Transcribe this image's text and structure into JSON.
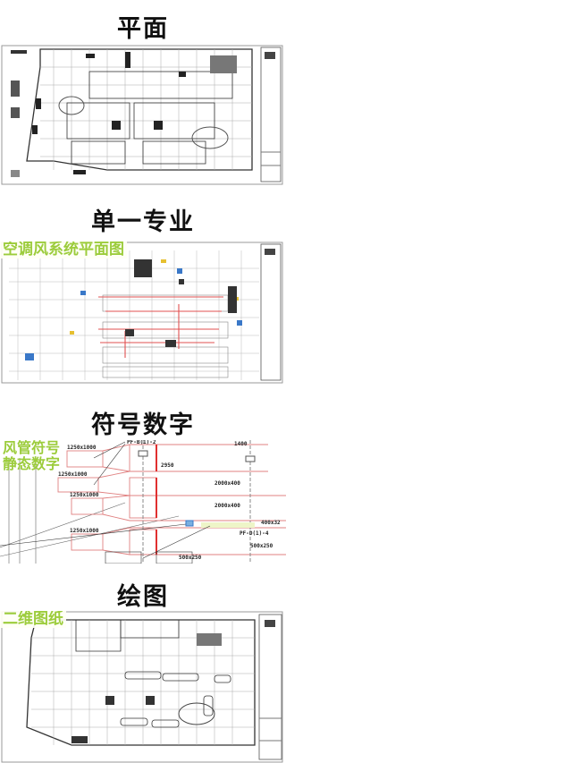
{
  "sections": [
    {
      "title": "平面",
      "image_alt": "shopping mall floor plan CAD drawing",
      "overlay": null
    },
    {
      "title": "单一专业",
      "image_alt": "HVAC air system floor plan CAD drawing",
      "overlay": "空调风系统平面图"
    },
    {
      "title": "符号数字",
      "image_alt": "air duct detail drawing with symbols and dimensions",
      "overlay_lines": [
        "风管符号",
        "静态数字"
      ],
      "duct_labels": [
        "1250x1000",
        "1250x1000",
        "1250x1000",
        "1250x1000",
        "2000x400",
        "2000x400",
        "500x250",
        "500x250",
        "PF-B(1)-2",
        "PF-D(1)-4",
        "1400",
        "2950",
        "400x32"
      ]
    },
    {
      "title": "绘图",
      "image_alt": "2D drawing sheet of mall floor plan",
      "overlay": "二维图纸"
    }
  ],
  "colors": {
    "overlay_green": "#9ccc3c",
    "duct_red": "#e05050",
    "cad_line": "#333333"
  }
}
